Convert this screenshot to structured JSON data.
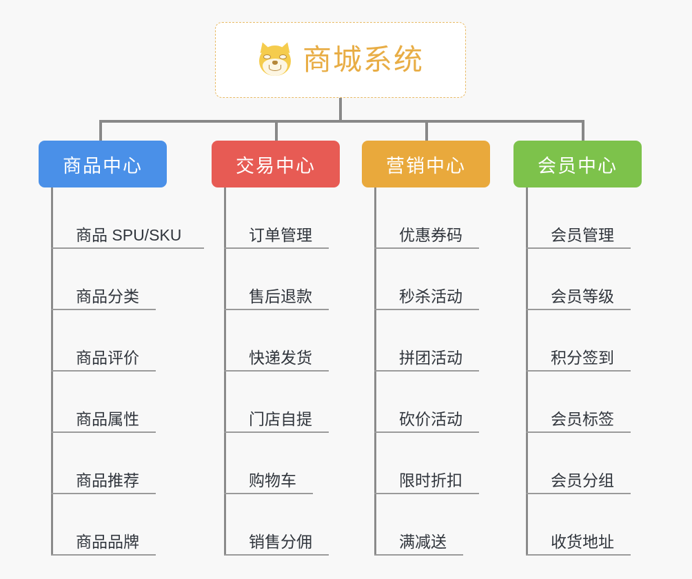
{
  "canvas": {
    "background": "#f8f8f8",
    "line_color": "#888888"
  },
  "root": {
    "title": "商城系统",
    "icon": "shiba-dog-emoji",
    "text_color": "#e8ad45",
    "border_color": "#e8b962",
    "background": "#ffffff"
  },
  "branches": [
    {
      "label": "商品中心",
      "color": "#4a90e8",
      "items": [
        "商品 SPU/SKU",
        "商品分类",
        "商品评价",
        "商品属性",
        "商品推荐",
        "商品品牌"
      ]
    },
    {
      "label": "交易中心",
      "color": "#e75b54",
      "items": [
        "订单管理",
        "售后退款",
        "快递发货",
        "门店自提",
        "购物车",
        "销售分佣"
      ]
    },
    {
      "label": "营销中心",
      "color": "#e9a93c",
      "items": [
        "优惠券码",
        "秒杀活动",
        "拼团活动",
        "砍价活动",
        "限时折扣",
        "满减送"
      ]
    },
    {
      "label": "会员中心",
      "color": "#7dc24b",
      "items": [
        "会员管理",
        "会员等级",
        "积分签到",
        "会员标签",
        "会员分组",
        "收货地址"
      ]
    }
  ]
}
